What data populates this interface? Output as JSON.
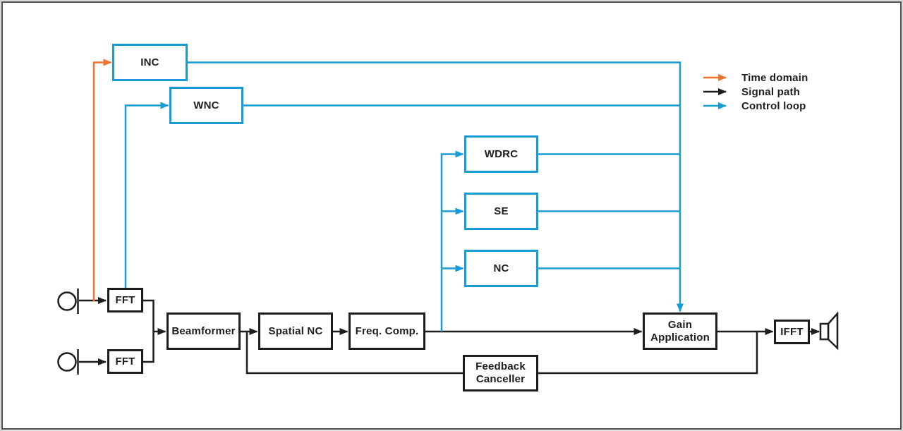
{
  "colors": {
    "time": "#ef7231",
    "signal": "#1d1d1b",
    "control": "#189cd8",
    "text": "#1d1d1b",
    "frame": "#525252"
  },
  "legend": [
    {
      "label": "Time domain",
      "type": "time"
    },
    {
      "label": "Signal path",
      "type": "signal"
    },
    {
      "label": "Control loop",
      "type": "control"
    }
  ],
  "blocks": {
    "inc": {
      "label": "INC"
    },
    "wnc": {
      "label": "WNC"
    },
    "wdrc": {
      "label": "WDRC"
    },
    "se": {
      "label": "SE"
    },
    "nc": {
      "label": "NC"
    },
    "fft_top": {
      "label": "FFT"
    },
    "fft_bottom": {
      "label": "FFT"
    },
    "beamformer": {
      "label": "Beamformer"
    },
    "spatial_nc": {
      "label": "Spatial NC"
    },
    "freq_comp": {
      "label": "Freq. Comp."
    },
    "gain_application": {
      "label": "Gain Application"
    },
    "ifft": {
      "label": "IFFT"
    },
    "feedback_canceller": {
      "label": "Feedback Canceller"
    }
  },
  "icons": {
    "mic_top": "microphone-icon",
    "mic_bottom": "microphone-icon",
    "speaker": "loudspeaker-icon"
  },
  "edges": [
    {
      "from": "mic_top",
      "to": "fft_top",
      "type": "signal"
    },
    {
      "from": "mic_bottom",
      "to": "fft_bottom",
      "type": "signal"
    },
    {
      "from": "fft_top",
      "to": "beamformer",
      "type": "signal"
    },
    {
      "from": "fft_bottom",
      "to": "beamformer",
      "type": "signal"
    },
    {
      "from": "beamformer",
      "to": "spatial_nc",
      "type": "signal"
    },
    {
      "from": "spatial_nc",
      "to": "freq_comp",
      "type": "signal"
    },
    {
      "from": "freq_comp",
      "to": "gain_application",
      "type": "signal"
    },
    {
      "from": "gain_application",
      "to": "ifft",
      "type": "signal"
    },
    {
      "from": "ifft",
      "to": "speaker",
      "type": "signal"
    },
    {
      "from": "gain_application_output",
      "to": "feedback_canceller",
      "type": "signal"
    },
    {
      "from": "feedback_canceller",
      "to": "beamformer_output",
      "type": "signal"
    },
    {
      "from": "mic_top_wire",
      "to": "inc",
      "type": "time"
    },
    {
      "from": "fft_top",
      "to": "wnc",
      "type": "control"
    },
    {
      "from": "freq_comp_output",
      "to": "wdrc",
      "type": "control"
    },
    {
      "from": "freq_comp_output",
      "to": "se",
      "type": "control"
    },
    {
      "from": "freq_comp_output",
      "to": "nc",
      "type": "control"
    },
    {
      "from": "inc",
      "to": "gain_application",
      "type": "control"
    },
    {
      "from": "wnc",
      "to": "gain_application",
      "type": "control"
    },
    {
      "from": "wdrc",
      "to": "gain_application",
      "type": "control"
    },
    {
      "from": "se",
      "to": "gain_application",
      "type": "control"
    },
    {
      "from": "nc",
      "to": "gain_application",
      "type": "control"
    }
  ]
}
